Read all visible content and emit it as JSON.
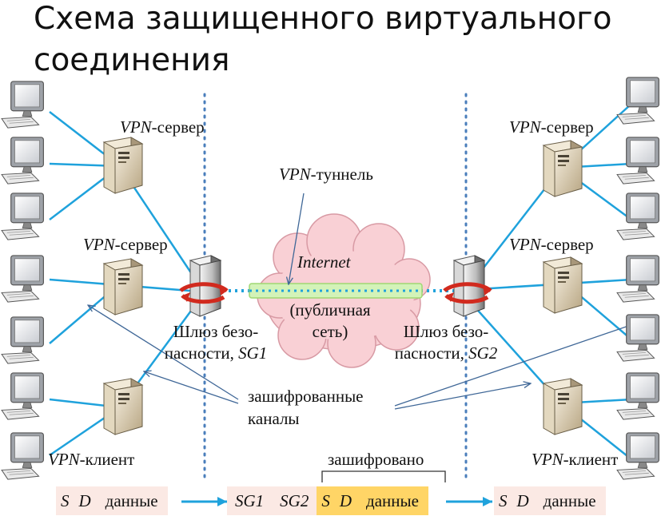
{
  "title": "Схема защищенного виртуального соединения",
  "labels": {
    "vpn_prefix": "VPN",
    "server_suffix": "-сервер",
    "client_suffix": "-клиент",
    "tunnel_suffix": "-туннель",
    "internet": "Internet",
    "public_line1": "(публичная",
    "public_line2": "сеть)",
    "gateway1_line1": "Шлюз безо-",
    "gateway1_line2_pre": "пасности, ",
    "gateway1_code": "SG1",
    "gateway2_line1": "Шлюз безо-",
    "gateway2_line2_pre": "пасности, ",
    "gateway2_code": "SG2",
    "encrypted_channels_line1": "зашифрованные",
    "encrypted_channels_line2": "каналы",
    "encrypted": "зашифровано"
  },
  "packets": {
    "left": {
      "s": "S",
      "d": "D",
      "data": "данные"
    },
    "middle": {
      "sg1": "SG1",
      "sg2": "SG2",
      "s": "S",
      "d": "D",
      "data": "данные"
    },
    "right": {
      "s": "S",
      "d": "D",
      "data": "данные"
    }
  },
  "colors": {
    "link": "#1fa2dc",
    "dotted": "#4a7ebb",
    "arrow": "#3f6797",
    "packet_bg": "#fbe9e4",
    "encrypted_bg": "#ffd566",
    "cloud": "#f9d0d5",
    "tunnel": "#d3f3b8",
    "gateway_arrow": "#d12a1e"
  }
}
